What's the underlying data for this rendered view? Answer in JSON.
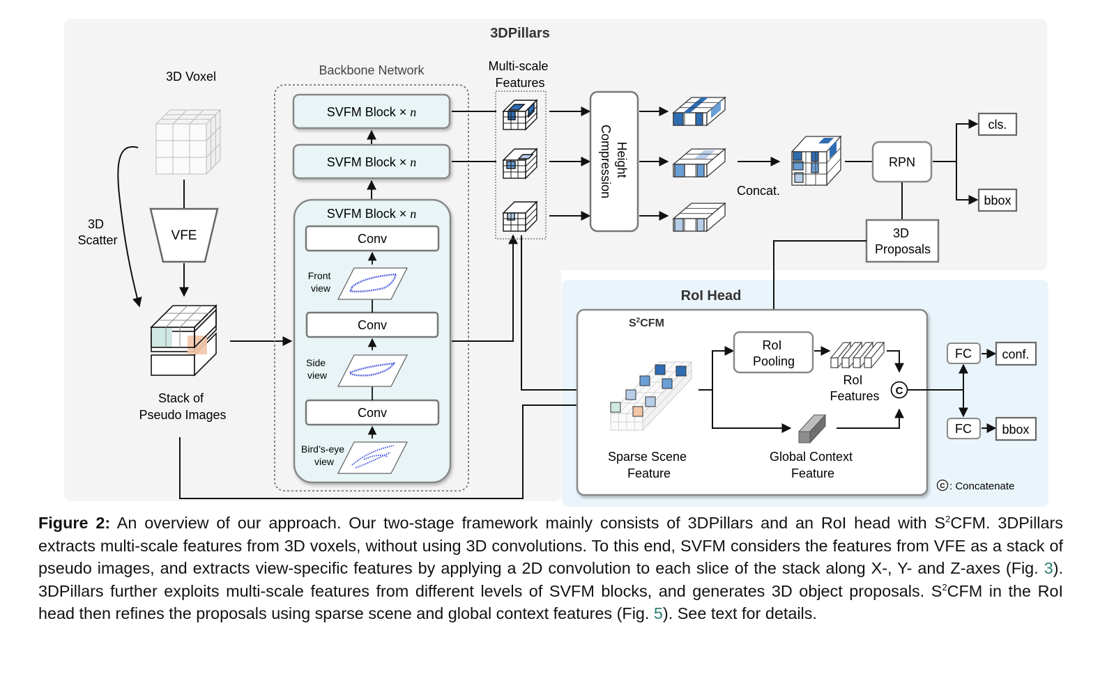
{
  "diagram": {
    "panel_3dpillars_title": "3DPillars",
    "panel_roi_title": "RoI Head",
    "voxel_label": "3D Voxel",
    "scatter_label": [
      "3D",
      "Scatter"
    ],
    "vfe_label": "VFE",
    "stack_label": [
      "Stack of",
      "Pseudo Images"
    ],
    "backbone_label": "Backbone Network",
    "svfm_block_label": "SVFM Block ×",
    "svfm_n": "n",
    "conv_label": "Conv",
    "front_view_label": [
      "Front",
      "view"
    ],
    "side_view_label": [
      "Side",
      "view"
    ],
    "bev_label": [
      "Bird’s-eye",
      "view"
    ],
    "multiscale_label": [
      "Multi-scale",
      "Features"
    ],
    "height_compression_label": [
      "Height",
      "Compression"
    ],
    "concat_label": "Concat.",
    "rpn_label": "RPN",
    "cls_label": "cls.",
    "bbox_label": "bbox",
    "proposals_label": [
      "3D",
      "Proposals"
    ],
    "s2cfm_label_base": "S",
    "s2cfm_label_sup": "2",
    "s2cfm_label_rest": "CFM",
    "roi_pooling_label": [
      "RoI",
      "Pooling"
    ],
    "roi_features_label": [
      "RoI",
      "Features"
    ],
    "concat_symbol": "C",
    "sparse_scene_label": [
      "Sparse Scene",
      "Feature"
    ],
    "global_context_label": [
      "Global Context",
      "Feature"
    ],
    "fc_label": "FC",
    "conf_label": "conf.",
    "roi_bbox_label": "bbox",
    "legend_symbol": "C",
    "legend_text": ": Concatenate"
  },
  "colors": {
    "panel_top": "#f4f4f4",
    "panel_roi": "#eaf5fb",
    "svfm_fill": "#e8f4f6",
    "blue_dark": "#2f6db3",
    "blue_mid": "#6a9fd6",
    "blue_light": "#b7cde8",
    "teal_light": "#cfe8e3",
    "orange_light": "#f3c6a8",
    "cloud": "#3b4fd6",
    "ref_link": "#2e7d73"
  },
  "caption": {
    "fig_label": "Figure 2:",
    "s1": " An overview of our approach. Our two-stage framework mainly consists of 3DPillars and an RoI head with S",
    "s1_sup": "2",
    "s2": "CFM. 3DPillars extracts multi-scale features from 3D voxels, without using 3D convolutions. To this end, SVFM considers the features from VFE as a stack of pseudo images, and extracts view-specific features by applying a 2D convolution to each slice of the stack along X-, Y- and Z-axes (Fig. ",
    "ref1": "3",
    "s3": "). 3DPillars further exploits multi-scale features from different levels of SVFM blocks, and generates 3D object proposals. S",
    "s3_sup": "2",
    "s4": "CFM in the RoI head then refines the proposals using sparse scene and global context features (Fig. ",
    "ref2": "5",
    "s5": "). See text for details."
  }
}
